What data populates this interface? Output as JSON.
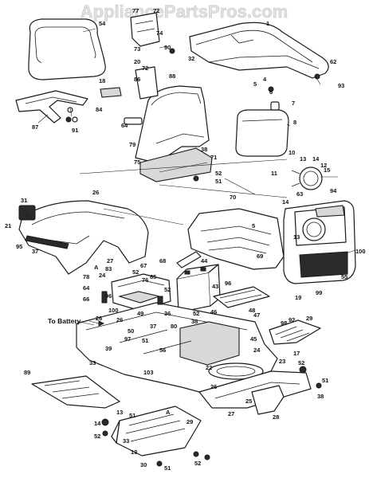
{
  "watermark": "AppliancePartsPros.com",
  "connection_label": "To Battery",
  "callouts": [
    "54",
    "77",
    "73",
    "72",
    "74",
    "90",
    "32",
    "1",
    "62",
    "93",
    "20",
    "72",
    "86",
    "88",
    "18",
    "84",
    "5",
    "4",
    "6",
    "7",
    "87",
    "91",
    "64",
    "79",
    "8",
    "75",
    "71",
    "38",
    "52",
    "51",
    "10",
    "11",
    "13",
    "14",
    "12",
    "15",
    "63",
    "94",
    "26",
    "31",
    "21",
    "95",
    "37",
    "70",
    "5",
    "69",
    "14",
    "13",
    "100",
    "27",
    "A",
    "78",
    "24",
    "64",
    "66",
    "83",
    "96",
    "52",
    "67",
    "76",
    "52",
    "68",
    "85",
    "44",
    "43",
    "96",
    "48",
    "47",
    "26",
    "45",
    "100",
    "49",
    "26",
    "37",
    "80",
    "56",
    "33",
    "39",
    "36",
    "51",
    "97",
    "50",
    "46",
    "52",
    "38",
    "55",
    "19",
    "99",
    "98",
    "92",
    "29",
    "17",
    "89",
    "103",
    "22",
    "24",
    "23",
    "52",
    "51",
    "38",
    "26",
    "27",
    "25",
    "28",
    "A",
    "51",
    "13",
    "14",
    "52",
    "29",
    "33",
    "13",
    "30",
    "51",
    "52"
  ]
}
